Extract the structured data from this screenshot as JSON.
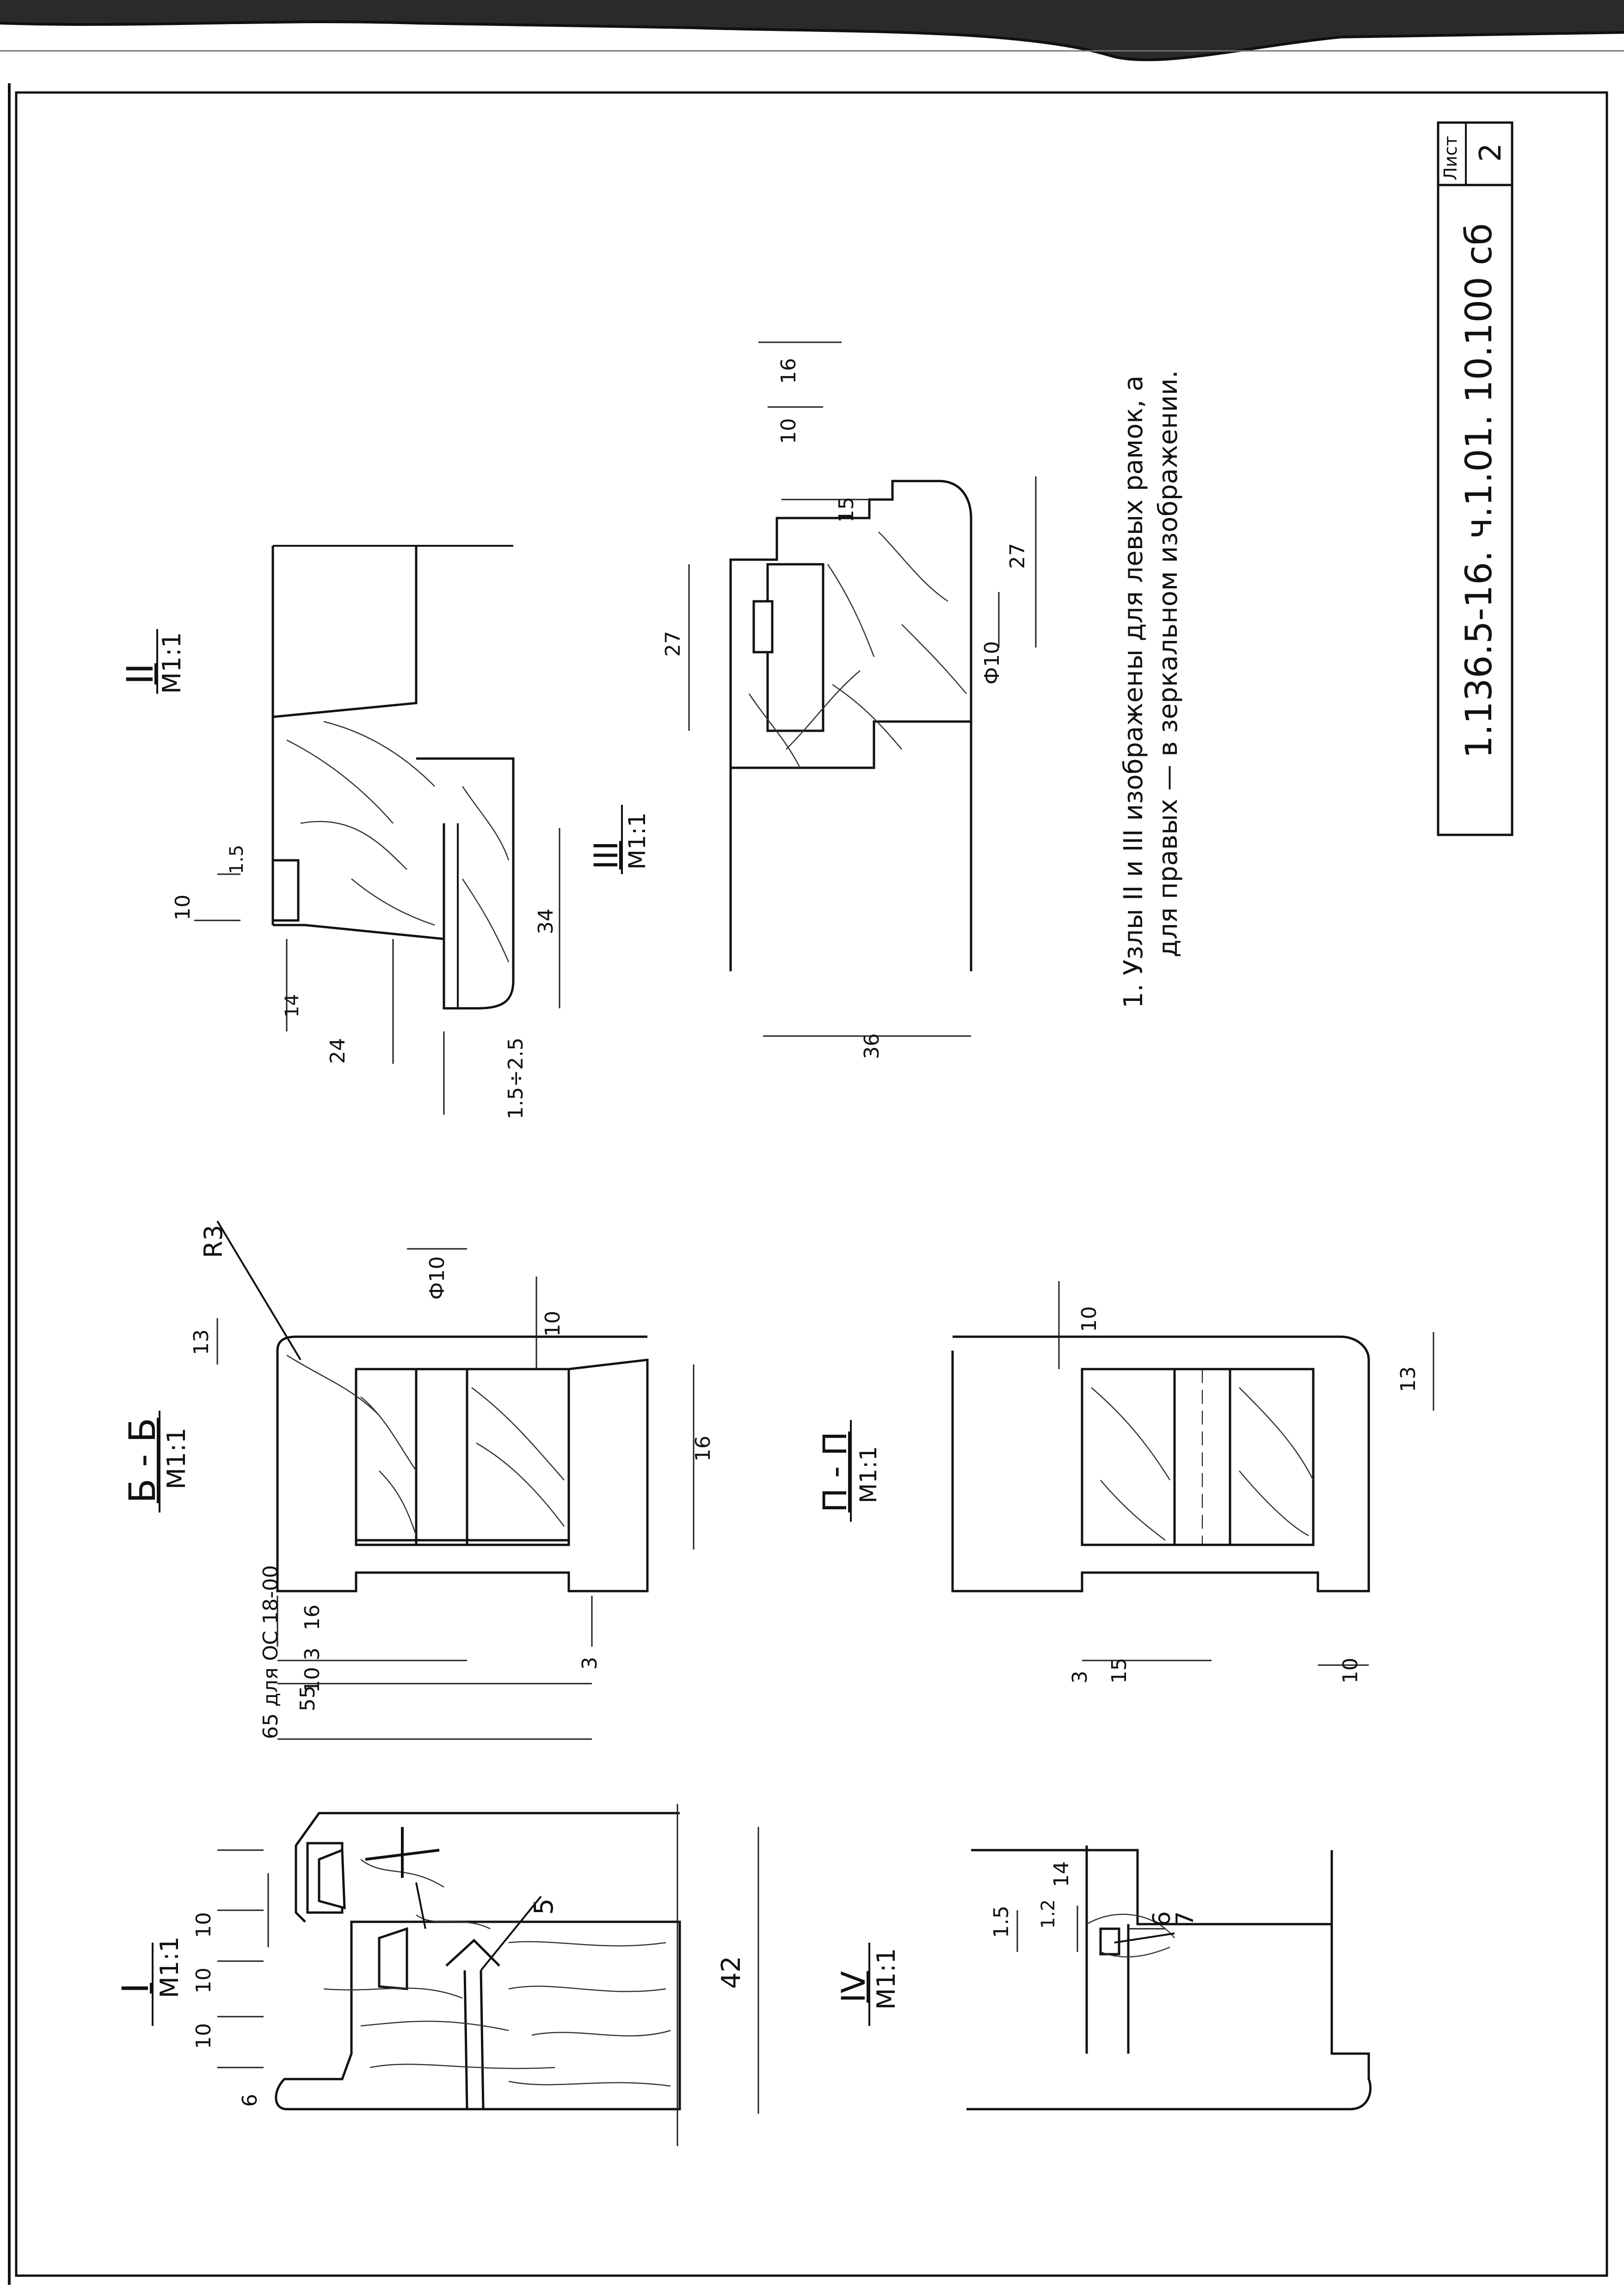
{
  "title_block": {
    "sheet_label": "Лист",
    "sheet_number": "2",
    "designation": "1.136.5-16.  ч.1.01. 10.100 сб"
  },
  "notes": {
    "line1": "1. Узлы II и III изображены для левых рамок, а",
    "line2": "для правых — в зеркальном изображении."
  },
  "views": {
    "node1": {
      "title": "I",
      "scale": "М1:1",
      "dims": [
        "6",
        "10",
        "10",
        "10",
        "42",
        "5"
      ]
    },
    "secBB": {
      "title": "Б - Б",
      "scale": "М1:1",
      "dims": [
        "R3",
        "13",
        "Ф10",
        "10",
        "16",
        "10",
        "3",
        "16",
        "3",
        "65 для ОС 18-00",
        "55"
      ]
    },
    "secPP": {
      "title": "П - П",
      "scale": "М1:1",
      "dims": [
        "10",
        "13",
        "3",
        "15",
        "10"
      ]
    },
    "node4": {
      "title": "IV",
      "scale": "М1:1",
      "dims": [
        "1.5",
        "1.2",
        "14",
        "6",
        "7"
      ]
    },
    "node2": {
      "title": "II",
      "scale": "М1:1",
      "dims": [
        "1.5",
        "10",
        "34",
        "14",
        "24",
        "1.5÷2.5"
      ]
    },
    "node3": {
      "title": "III",
      "scale": "М1:1",
      "dims": [
        "27",
        "27",
        "16",
        "10",
        "15",
        "Ф10",
        "36"
      ]
    }
  }
}
